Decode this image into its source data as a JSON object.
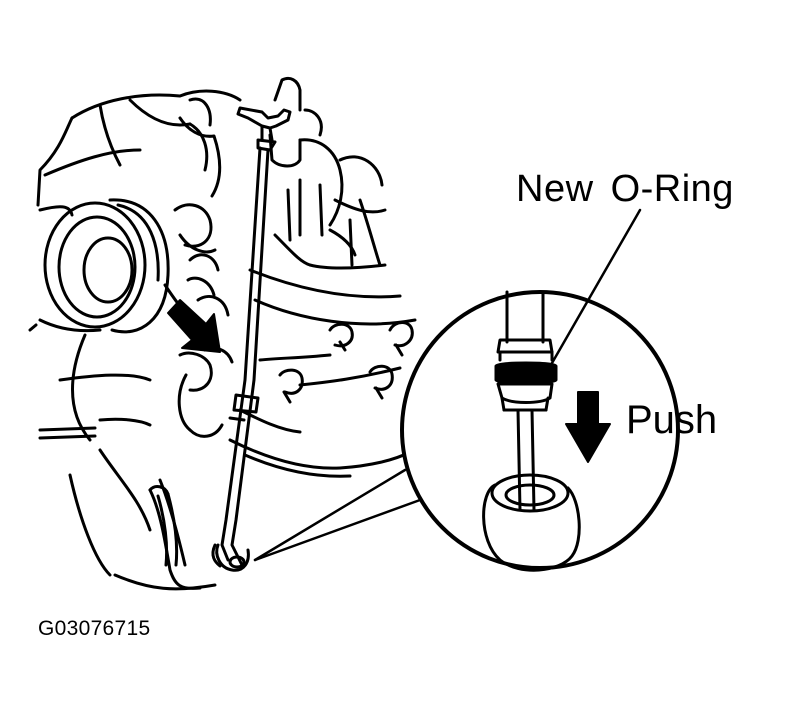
{
  "labels": {
    "new_oring": "New  O-Ring",
    "push": "Push",
    "figure_id": "G03076715"
  },
  "colors": {
    "line": "#000000",
    "background": "#ffffff"
  },
  "icons": [
    "push-arrow-icon",
    "location-arrow-icon"
  ]
}
